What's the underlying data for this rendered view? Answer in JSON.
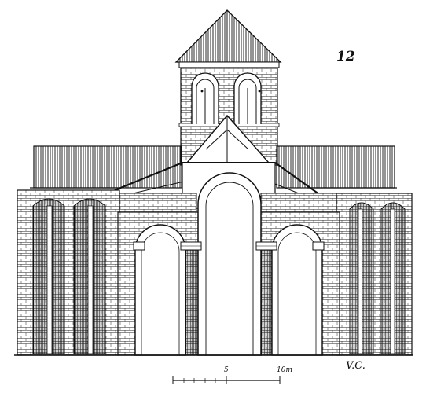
{
  "figure": {
    "number": "12",
    "scale_mid_label": "5",
    "scale_end_label": "10m",
    "signature": "V.C."
  },
  "colors": {
    "ink": "#111111",
    "paper": "#ffffff"
  }
}
